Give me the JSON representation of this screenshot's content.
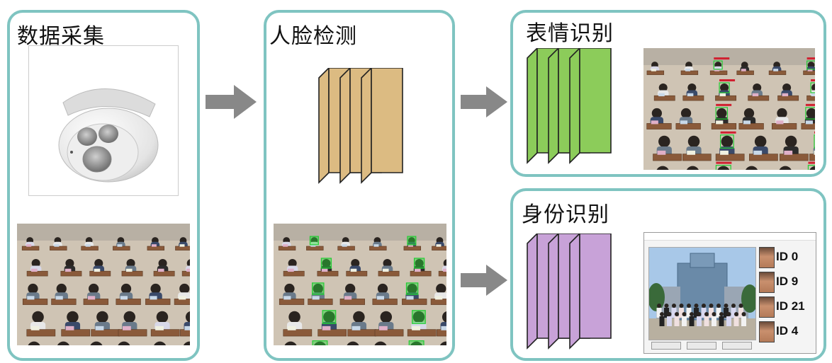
{
  "panels": {
    "data_collection": {
      "title": "数据采集"
    },
    "face_detection": {
      "title": "人脸检测"
    },
    "expression_recognition": {
      "title": "表情识别"
    },
    "identity_recognition": {
      "title": "身份识别"
    }
  },
  "colors": {
    "panel_border": "#7fc4c1",
    "arrow": "#888888",
    "layer_tan": "#dcbb82",
    "layer_green": "#8ccc5a",
    "layer_purple": "#c8a2d8",
    "detection_box": "#22cc33"
  },
  "identity_window": {
    "ids": [
      "ID 0",
      "ID 9",
      "ID 21",
      "ID 4"
    ]
  }
}
